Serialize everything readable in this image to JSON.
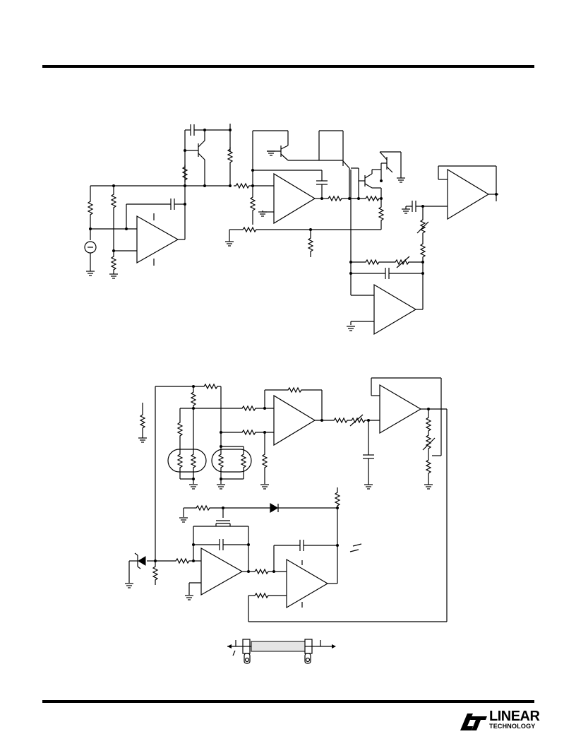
{
  "logo": {
    "line1": "LINEAR",
    "line2": "TECHNOLOGY",
    "mark_icon": "lt-logo-icon"
  },
  "figures": [
    {
      "id": "upper-circuit",
      "elements": [
        "op-amp",
        "resistor",
        "capacitor",
        "transistor",
        "potentiometer",
        "ground",
        "current-source"
      ]
    },
    {
      "id": "lower-circuit",
      "elements": [
        "op-amp",
        "resistor",
        "capacitor",
        "thermistor-pair",
        "diode",
        "fet",
        "zener-reference",
        "ground"
      ]
    },
    {
      "id": "probe-sketch",
      "elements": [
        "heated-element",
        "lead-tabs"
      ]
    }
  ]
}
